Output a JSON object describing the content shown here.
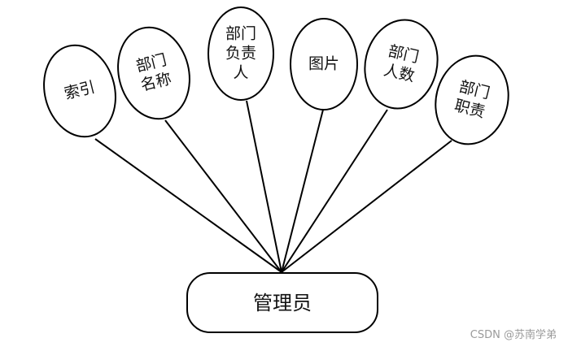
{
  "entity": {
    "label": "管理员"
  },
  "attributes": [
    {
      "id": "suoyin",
      "lines": [
        "索引"
      ]
    },
    {
      "id": "bumen-mingcheng",
      "lines": [
        "部门",
        "名称"
      ]
    },
    {
      "id": "bumen-fuzeren",
      "lines": [
        "部门",
        "负责",
        "人"
      ]
    },
    {
      "id": "tupian",
      "lines": [
        "图片"
      ]
    },
    {
      "id": "bumen-renshu",
      "lines": [
        "部门",
        "人数"
      ]
    },
    {
      "id": "bumen-zhize",
      "lines": [
        "部门",
        "职责"
      ]
    }
  ],
  "watermark": "CSDN @苏南学弟",
  "colors": {
    "stroke": "#000000",
    "fill": "#ffffff",
    "text": "#111111",
    "watermark": "#9a9a9a"
  }
}
